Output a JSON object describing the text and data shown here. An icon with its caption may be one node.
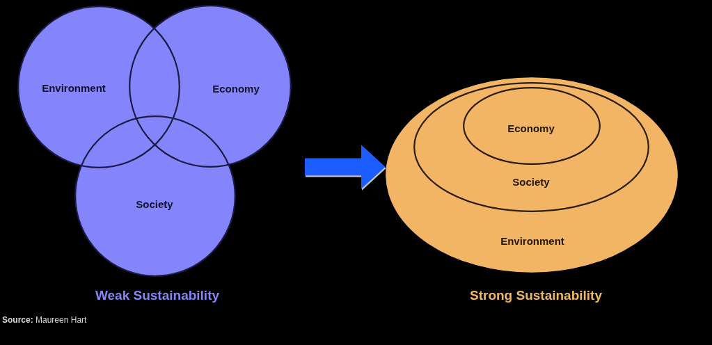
{
  "diagram": {
    "nodes": [
      {
        "text": [
          "Environment"
        ]
      },
      {
        "text": [
          "Economy"
        ]
      },
      {
        "text": [
          "Society"
        ]
      },
      {
        "text": [
          "Environment"
        ]
      },
      {
        "text": [
          "Society"
        ],
        "in": 3
      },
      {
        "text": [
          "Economy"
        ],
        "in": 4
      }
    ],
    "edges": [
      {
        "from": null,
        "to": 3,
        "arrow": "to"
      }
    ],
    "labels": [
      "Weak Sustainability",
      "Strong Sustainability",
      "**Source:** Maureen Hart"
    ]
  }
}
